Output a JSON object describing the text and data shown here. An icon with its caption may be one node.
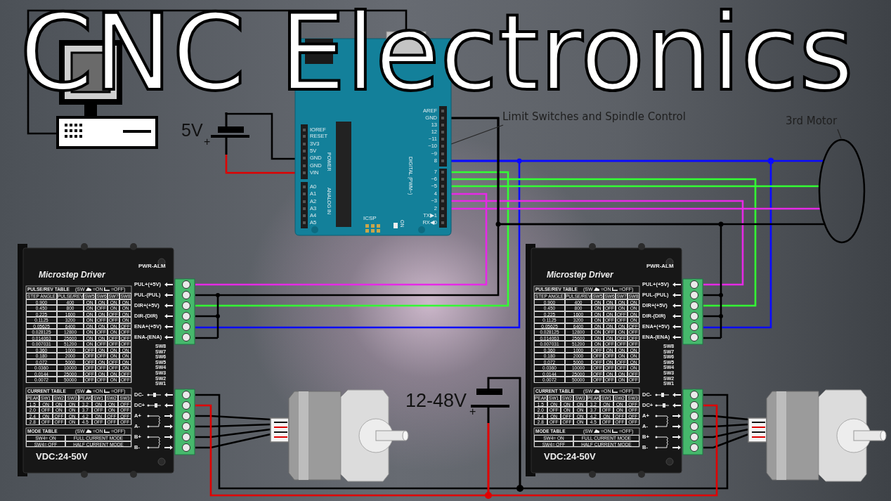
{
  "diagram": {
    "title": "CNC Electronics",
    "nodes": [
      {
        "text": [],
        "shape": "picture"
      },
      {
        "text": [
          "5V",
          "+"
        ]
      },
      {
        "text": [
          "IOREF",
          "RESET",
          "3V3",
          "5V",
          "GND",
          "GND",
          "VIN",
          "A0",
          "A1",
          "A2",
          "A3",
          "A4",
          "A5",
          "POWER",
          "ANALOG IN",
          "AREF",
          "GND",
          "13",
          "12",
          "~11",
          "~10",
          "~9",
          "8",
          "7",
          "~6",
          "~5",
          "4",
          "~3",
          "2",
          "TX▶1",
          "RX◀0",
          "DIGITAL (PWM~)",
          "ICSP",
          "ON"
        ]
      },
      {
        "text": [
          "Microstep Driver",
          "PWR-ALM",
          "PUL+(+5V)",
          "PUL-(PUL)",
          "DIR+(+5V)",
          "DIR-(DIR)",
          "ENA+(+5V)",
          "ENA-(ENA)",
          "SW8",
          "SW7",
          "SW6",
          "SW5",
          "SW4",
          "SW3",
          "SW2",
          "SW1",
          "DC-",
          "DC+",
          "A+",
          "A-",
          "B+",
          "B-",
          "PULSE/REV TABLE",
          "(SW",
          "=ON",
          "=OFF)",
          "STEP ANGLE",
          "PULSE/REV",
          "SW5",
          "SW6",
          "SW7",
          "SW8",
          "0.900",
          "400",
          "ON",
          "ON",
          "ON",
          "ON",
          "0.450",
          "800",
          "ON",
          "OFF",
          "ON",
          "ON",
          "0.225",
          "1600",
          "ON",
          "ON",
          "OFF",
          "ON",
          "0.1125",
          "3200",
          "ON",
          "OFF",
          "OFF",
          "ON",
          "0.05625",
          "6400",
          "ON",
          "ON",
          "ON",
          "OFF",
          "0.028125",
          "12800",
          "ON",
          "OFF",
          "ON",
          "OFF",
          "0.014063",
          "25600",
          "ON",
          "ON",
          "OFF",
          "OFF",
          "0.007031",
          "51200",
          "ON",
          "OFF",
          "OFF",
          "OFF",
          "0.360",
          "1000",
          "OFF",
          "ON",
          "ON",
          "ON",
          "0.180",
          "2000",
          "OFF",
          "OFF",
          "ON",
          "ON",
          "0.072",
          "5000",
          "OFF",
          "ON",
          "OFF",
          "ON",
          "0.0360",
          "10000",
          "OFF",
          "OFF",
          "OFF",
          "ON",
          "0.0144",
          "25000",
          "OFF",
          "ON",
          "ON",
          "OFF",
          "0.0072",
          "50000",
          "OFF",
          "OFF",
          "ON",
          "OFF",
          "CURRENT TABLE",
          "(SW",
          "=ON",
          "=OFF)",
          "PEAK",
          "SW1",
          "SW2",
          "SW3",
          "PEAK",
          "SW1",
          "SW2",
          "SW3",
          "1.5",
          "ON",
          "ON",
          "ON",
          "3.2",
          "ON",
          "ON",
          "OFF",
          "2.0",
          "OFF",
          "ON",
          "ON",
          "3.7",
          "OFF",
          "ON",
          "OFF",
          "2.4",
          "ON",
          "OFF",
          "ON",
          "4.2",
          "ON",
          "OFF",
          "OFF",
          "2.8",
          "OFF",
          "OFF",
          "ON",
          "4.5",
          "OFF",
          "OFF",
          "OFF",
          "MODE TABLE",
          "(SW",
          "=ON",
          "=OFF)",
          "SW4= ON",
          "FULL CURRENT MODE",
          "SW4= OFF",
          "HALF CURRENT MODE",
          "VDC:24-50V"
        ]
      },
      {
        "text": [],
        "shape": "picture"
      },
      {
        "text": [
          "12-48V",
          "+"
        ]
      },
      {
        "text": [
          "Microstep Driver",
          "PWR-ALM",
          "PUL+(+5V)",
          "PUL-(PUL)",
          "DIR+(+5V)",
          "DIR-(DIR)",
          "ENA+(+5V)",
          "ENA-(ENA)",
          "SW8",
          "SW7",
          "SW6",
          "SW5",
          "SW4",
          "SW3",
          "SW2",
          "SW1",
          "DC-",
          "DC+",
          "A+",
          "A-",
          "B+",
          "B-",
          "PULSE/REV TABLE",
          "(SW",
          "=ON",
          "=OFF)",
          "STEP ANGLE",
          "PULSE/REV",
          "SW5",
          "SW6",
          "SW7",
          "SW8",
          "0.900",
          "400",
          "ON",
          "ON",
          "ON",
          "ON",
          "0.450",
          "800",
          "ON",
          "OFF",
          "ON",
          "ON",
          "0.225",
          "1600",
          "ON",
          "ON",
          "OFF",
          "ON",
          "0.1125",
          "3200",
          "ON",
          "OFF",
          "OFF",
          "ON",
          "0.05625",
          "6400",
          "ON",
          "ON",
          "ON",
          "OFF",
          "0.028125",
          "12800",
          "ON",
          "OFF",
          "ON",
          "OFF",
          "0.014063",
          "25600",
          "ON",
          "ON",
          "OFF",
          "OFF",
          "0.007031",
          "51200",
          "ON",
          "OFF",
          "OFF",
          "OFF",
          "0.360",
          "1000",
          "OFF",
          "ON",
          "ON",
          "ON",
          "0.180",
          "2000",
          "OFF",
          "OFF",
          "ON",
          "ON",
          "0.072",
          "5000",
          "OFF",
          "ON",
          "OFF",
          "ON",
          "0.0360",
          "10000",
          "OFF",
          "OFF",
          "OFF",
          "ON",
          "0.0144",
          "25000",
          "OFF",
          "ON",
          "ON",
          "OFF",
          "0.0072",
          "50000",
          "OFF",
          "OFF",
          "ON",
          "OFF",
          "CURRENT TABLE",
          "(SW",
          "=ON",
          "=OFF)",
          "PEAK",
          "SW1",
          "SW2",
          "SW3",
          "PEAK",
          "SW1",
          "SW2",
          "SW3",
          "1.5",
          "ON",
          "ON",
          "ON",
          "3.2",
          "ON",
          "ON",
          "OFF",
          "2.0",
          "OFF",
          "ON",
          "ON",
          "3.7",
          "OFF",
          "ON",
          "OFF",
          "2.4",
          "ON",
          "OFF",
          "ON",
          "4.2",
          "ON",
          "OFF",
          "OFF",
          "2.8",
          "OFF",
          "OFF",
          "ON",
          "4.5",
          "OFF",
          "OFF",
          "OFF",
          "MODE TABLE",
          "(SW",
          "=ON",
          "=OFF)",
          "SW4= ON",
          "FULL CURRENT MODE",
          "SW4= OFF",
          "HALF CURRENT MODE",
          "VDC:24-50V"
        ]
      },
      {
        "text": [],
        "shape": "picture"
      },
      {
        "text": [
          "3rd Motor"
        ]
      },
      {
        "text": [],
        "shape": "ellipse"
      },
      {
        "text": [
          "Limit Switches and Spindle Control"
        ]
      }
    ],
    "edges": [
      {
        "from": 0,
        "to": 2,
        "arrow": "none"
      },
      {
        "from": 1,
        "to": 2,
        "arrow": "none"
      },
      {
        "from": 1,
        "to": 2,
        "arrow": "none",
        "color": "#e00000"
      },
      {
        "from": 2,
        "to": 3,
        "arrow": "none",
        "color": "#0a0aff"
      },
      {
        "from": 2,
        "to": 6,
        "arrow": "none",
        "color": "#0a0aff"
      },
      {
        "from": 2,
        "to": 9,
        "arrow": "none",
        "color": "#0a0aff"
      },
      {
        "from": 2,
        "to": 3,
        "arrow": "none",
        "color": "#33ff33"
      },
      {
        "from": 2,
        "to": 6,
        "arrow": "none",
        "color": "#33ff33"
      },
      {
        "from": 2,
        "to": 9,
        "arrow": "none",
        "color": "#33ff33"
      },
      {
        "from": 2,
        "to": 3,
        "arrow": "none",
        "color": "#e629e6"
      },
      {
        "from": 2,
        "to": 6,
        "arrow": "none",
        "color": "#e629e6"
      },
      {
        "from": 2,
        "to": 9,
        "arrow": "none",
        "color": "#e629e6"
      },
      {
        "from": 2,
        "to": 3,
        "arrow": "none"
      },
      {
        "from": 2,
        "to": 6,
        "arrow": "none"
      },
      {
        "from": 2,
        "to": 9,
        "arrow": "none"
      },
      {
        "from": 3,
        "to": 4,
        "arrow": "none"
      },
      {
        "from": 3,
        "to": 4,
        "arrow": "none"
      },
      {
        "from": 3,
        "to": 4,
        "arrow": "none"
      },
      {
        "from": 3,
        "to": 4,
        "arrow": "none"
      },
      {
        "from": 6,
        "to": 7,
        "arrow": "none"
      },
      {
        "from": 6,
        "to": 7,
        "arrow": "none"
      },
      {
        "from": 6,
        "to": 7,
        "arrow": "none"
      },
      {
        "from": 6,
        "to": 7,
        "arrow": "none"
      },
      {
        "from": 5,
        "to": 3,
        "arrow": "none"
      },
      {
        "from": 5,
        "to": 6,
        "arrow": "none"
      },
      {
        "from": 5,
        "to": 3,
        "arrow": "none",
        "color": "#e00000"
      },
      {
        "from": 5,
        "to": 6,
        "arrow": "none",
        "color": "#e00000"
      },
      {
        "from": 8,
        "to": 9,
        "arrow": "none"
      },
      {
        "from": 10,
        "to": 2,
        "arrow": "none"
      }
    ]
  }
}
